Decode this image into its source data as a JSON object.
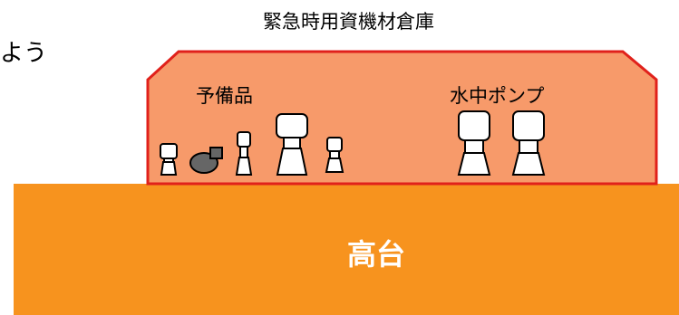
{
  "diagram": {
    "title": "緊急時用資機材倉庫",
    "left_text_fragment": "よう",
    "warehouse": {
      "spare_parts_label": "予備品",
      "submersible_pumps_label": "水中ポンプ",
      "fill_color": "#F79A6A",
      "border_color": "#E0211B"
    },
    "plateau": {
      "label": "高台",
      "fill_color": "#F7931E"
    }
  }
}
